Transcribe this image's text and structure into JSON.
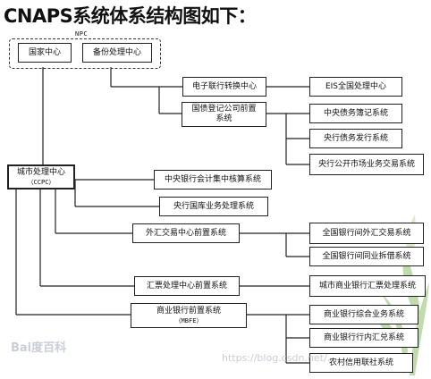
{
  "title": "CNAPS系统体系结构图如下：",
  "npc_label": "NPC",
  "boxes": {
    "national_center": "国家中心",
    "backup_center": "备份处理中心",
    "ebank_switch": "电子联行转换中心",
    "eis_center": "EIS全国处理中心",
    "bond_reg_front_1": "国债登记公司前置",
    "bond_reg_front_2": "系统",
    "central_bond_reg": "中央债务簿记系统",
    "central_bond_issue": "央行债务发行系统",
    "open_market": "央行公开市场业务交易系统",
    "city_center": "城市处理中心",
    "city_center_sub": "（CCPC）",
    "central_accounting": "中央银行会计集中核算系统",
    "central_treasury": "央行国库业务处理系统",
    "forex_front": "外汇交易中心前置系统",
    "interbank_forex": "全国银行间外汇交易系统",
    "interbank_lending": "全国银行间同业拆借系统",
    "draft_front": "汇票处理中心前置系统",
    "city_commercial_draft": "城市商业银行汇票处理系统",
    "commercial_front": "商业银行前置系统",
    "commercial_front_sub": "（MBFE）",
    "commercial_integrated": "商业银行综合业务系统",
    "commercial_remit": "商业银行行内汇兑系统",
    "rural_credit": "农村信用联社系统"
  },
  "watermarks": {
    "baidu": "Bai度百科",
    "blog": "https://blog.csdn.net/..."
  },
  "colors": {
    "line": "#222222",
    "watermark": "#c9ced6",
    "plant": "#8fbf6a"
  }
}
